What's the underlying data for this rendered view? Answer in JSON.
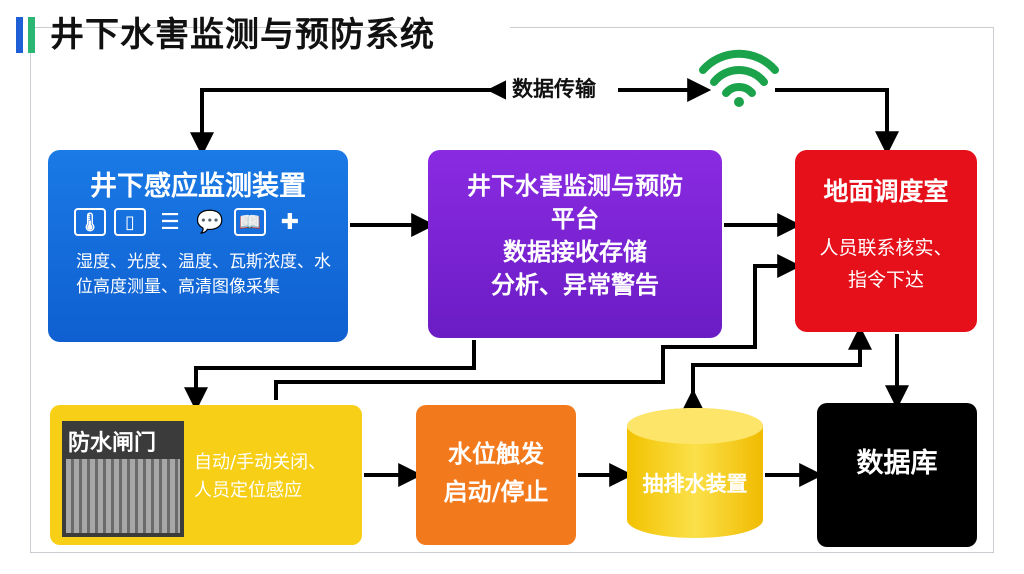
{
  "title": "井下水害监测与预防系统",
  "colors": {
    "accent_blue": "#1f5fd6",
    "accent_green": "#2bb673",
    "monitor_box": "#1a7ae6",
    "platform_box": "#8a2be2",
    "control_room_box": "#e6101a",
    "gate_box": "#f6cf16",
    "trigger_box": "#f37a1c",
    "pump_box": "#f6cf16",
    "database_box": "#000000",
    "wifi": "#1aa34a"
  },
  "transfer_label": "数据传输",
  "icons": [
    "wifi-icon",
    "thermometer-icon",
    "tablet-icon",
    "list-icon",
    "speech-bubble-icon",
    "book-icon",
    "cross-icon"
  ],
  "monitor": {
    "title": "井下感应监测装置",
    "description": "湿度、光度、温度、瓦斯浓度、水位高度测量、高清图像采集"
  },
  "platform": {
    "line1": "井下水害监测与预防",
    "line2": "平台",
    "line3": "数据接收存储",
    "line4": "分析、异常警告"
  },
  "control_room": {
    "title": "地面调度室",
    "line1": "人员联系核实、",
    "line2": "指令下达"
  },
  "gate": {
    "label": "防水闸门",
    "line1": "自动/手动关闭、",
    "line2": "人员定位感应"
  },
  "trigger": {
    "line1": "水位触发",
    "line2": "启动/停止"
  },
  "pump": {
    "label": "抽排水装置"
  },
  "database": {
    "label": "数据库"
  }
}
